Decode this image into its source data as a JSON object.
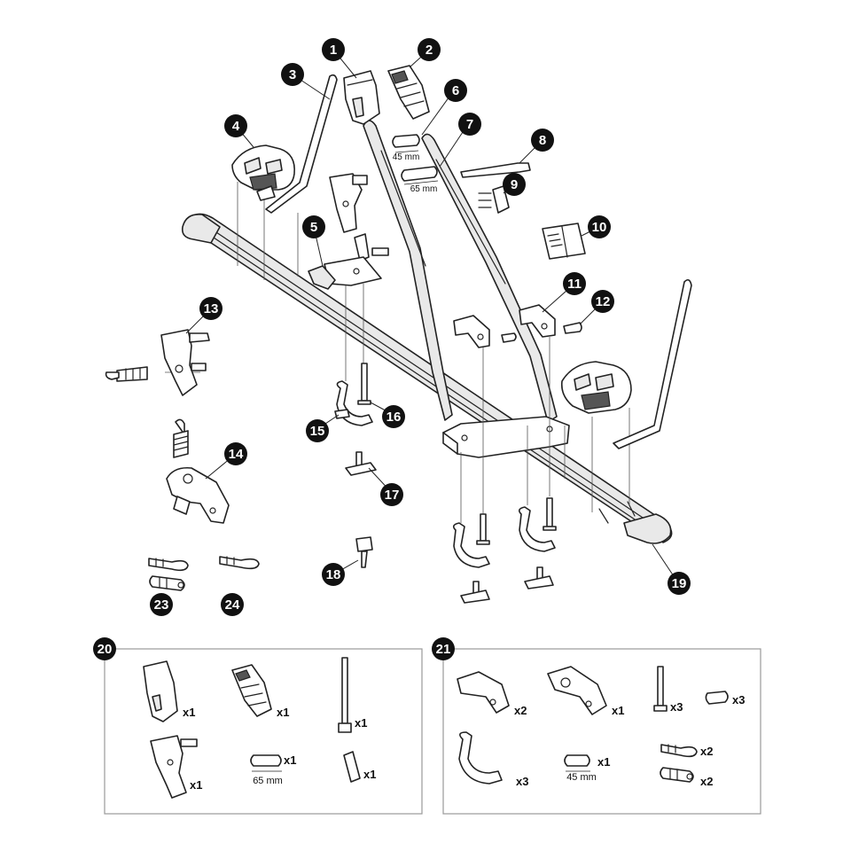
{
  "callouts": {
    "c1": "1",
    "c2": "2",
    "c3": "3",
    "c4": "4",
    "c5": "5",
    "c6": "6",
    "c7": "7",
    "c8": "8",
    "c9": "9",
    "c10": "10",
    "c11": "11",
    "c12": "12",
    "c13": "13",
    "c14": "14",
    "c15": "15",
    "c16": "16",
    "c17": "17",
    "c18": "18",
    "c19": "19",
    "c20": "20",
    "c21": "21",
    "c23": "23",
    "c24": "24"
  },
  "dimensions": {
    "spacer_short": "45 mm",
    "spacer_long": "65 mm"
  },
  "kit20": {
    "arm_top_qty": "x1",
    "arm_top_grip_qty": "x1",
    "bolt_qty": "x1",
    "bracket_qty": "x1",
    "spacer_qty": "x1",
    "spacer_label": "65 mm",
    "clip_qty": "x1"
  },
  "kit21": {
    "holder_qty": "x2",
    "holder_big_qty": "x1",
    "screw_qty": "x3",
    "plug_qty": "x3",
    "ubolt_qty": "x3",
    "spacer_qty": "x1",
    "spacer_label": "45 mm",
    "key_qty": "x2",
    "lock_qty": "x2"
  },
  "colors": {
    "callout_fill": "#111111",
    "callout_text": "#ffffff",
    "line": "#222222",
    "kit_box_border": "#9a9a9a"
  }
}
